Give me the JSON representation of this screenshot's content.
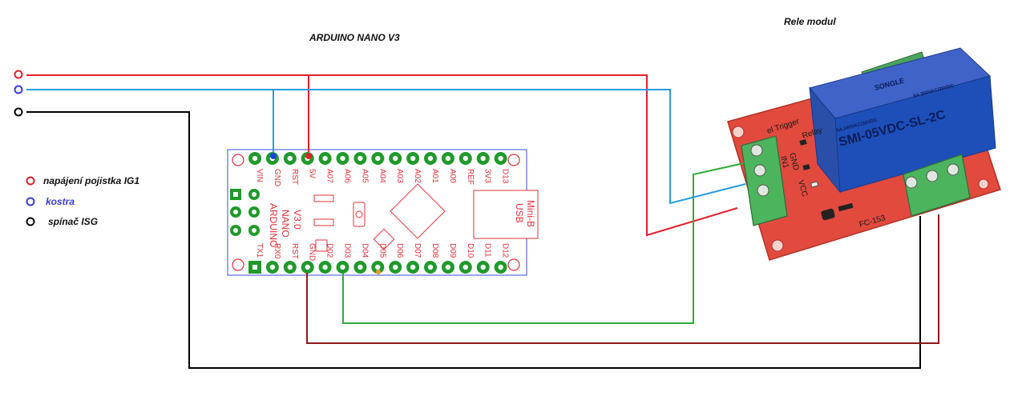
{
  "titles": {
    "arduino": "ARDUINO  NANO V3",
    "relay": "Rele modul"
  },
  "legend": [
    {
      "label": "napájení pojistka  IG1",
      "color": "#e0202a"
    },
    {
      "label": "kostra",
      "color": "#3a3ad8"
    },
    {
      "label": "spínač ISG",
      "color": "#000000"
    }
  ],
  "arduino": {
    "top_pins": [
      "VIN",
      "GND",
      "RST",
      "5V",
      "A07",
      "A06",
      "A05",
      "A04",
      "A03",
      "A02",
      "A01",
      "A00",
      "REF",
      "3V3",
      "D13"
    ],
    "bottom_pins": [
      "TX1",
      "RX0",
      "RST",
      "GND",
      "D02",
      "D03",
      "D04",
      "D05",
      "D06",
      "D07",
      "D08",
      "D09",
      "D10",
      "D11",
      "D12"
    ],
    "board_text": [
      "ARDUINO",
      "NANO",
      "V3.0"
    ],
    "usb_text": [
      "USB",
      "Mini-B"
    ]
  },
  "relay": {
    "brand": "SONGLE",
    "model": "SMI-05VDC-SL-2C",
    "rating_1": "5A 240VAC/30VDC",
    "rating_2": "5A 250VAC/30VDC",
    "board_id": "FC-153",
    "trigger_text": "el Trigger",
    "relay_text": "Relay",
    "inputs": [
      "IN1",
      "GND",
      "VCC"
    ]
  }
}
